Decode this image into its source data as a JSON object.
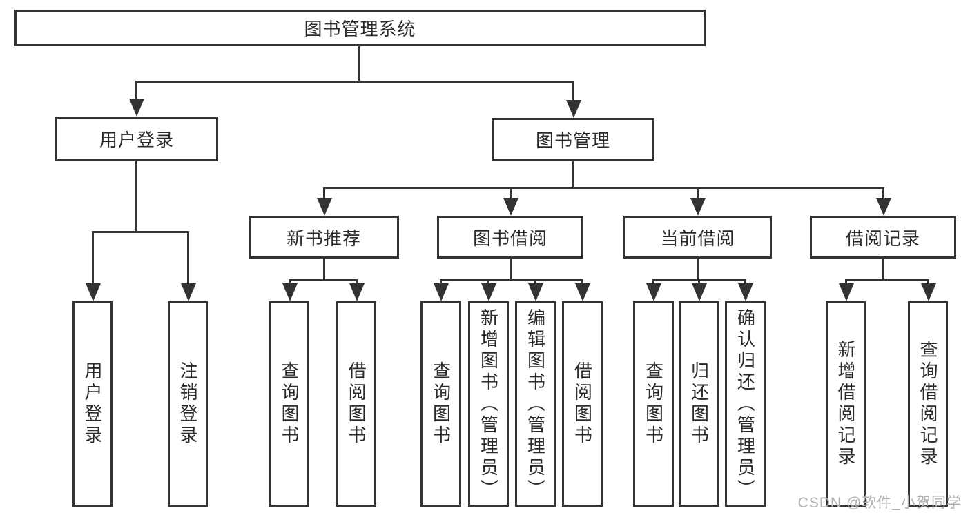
{
  "diagram": {
    "title": "图书管理系统",
    "level2": {
      "user_login": "用户登录",
      "book_mgmt": "图书管理"
    },
    "level3": [
      "新书推荐",
      "图书借阅",
      "当前借阅",
      "借阅记录"
    ],
    "leaves": {
      "user_login": [
        "用户登录",
        "注销登录"
      ],
      "new_books": [
        "查询图书",
        "借阅图书"
      ],
      "book_borrow": [
        "查询图书",
        "新增图书（管理员）",
        "编辑图书（管理员）",
        "借阅图书"
      ],
      "current_borrow": [
        "查询图书",
        "归还图书",
        "确认归还（管理员）"
      ],
      "borrow_records": [
        "新增借阅记录",
        "查询借阅记录"
      ]
    },
    "colors": {
      "line": "#333333",
      "border": "#333333",
      "text": "#2b2b2b",
      "background": "#ffffff"
    }
  },
  "watermark": {
    "text": "CSDN @软件_小贺同学",
    "color": "#b0b0b0"
  }
}
